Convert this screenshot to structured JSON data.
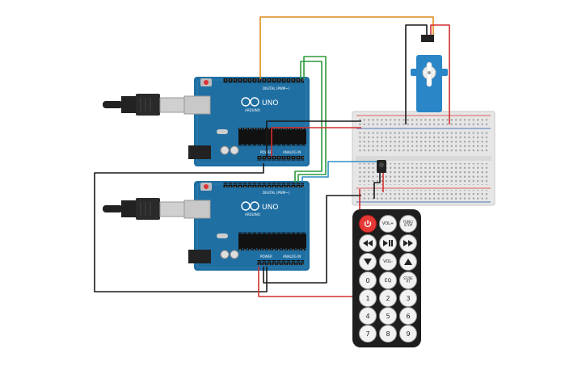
{
  "arduino_top": {
    "brand": "ARDUINO",
    "model": "UNO",
    "digital_label": "DIGITAL (PWM~)",
    "power_label": "POWER",
    "analog_label": "ANALOG IN"
  },
  "arduino_bottom": {
    "brand": "ARDUINO",
    "model": "UNO",
    "digital_label": "DIGITAL (PWM~)",
    "power_label": "POWER",
    "analog_label": "ANALOG IN"
  },
  "remote": {
    "buttons": {
      "power": "",
      "vol_up": "VOL+",
      "func_stop": "FUNC/STOP",
      "rewind": "",
      "play_pause": "",
      "fast_forward": "",
      "down": "",
      "vol_down": "VOL-",
      "up": "",
      "b0": "0",
      "eq": "EQ",
      "st_rept": "ST/REPT",
      "b1": "1",
      "b2": "2",
      "b3": "3",
      "b4": "4",
      "b5": "5",
      "b6": "6",
      "b7": "7",
      "b8": "8",
      "b9": "9"
    }
  },
  "colors": {
    "board": "#1f6fa3",
    "wire_orange": "#e08a1c",
    "wire_green": "#2e9b3c",
    "wire_red": "#d32f2f",
    "wire_black": "#1a1a1a",
    "wire_blue": "#2a8fc8",
    "servo": "#2a86c6",
    "remote_body": "#1e1e1e"
  },
  "icons": [
    "usb-cable-icon",
    "power-icon",
    "rewind-icon",
    "play-pause-icon",
    "fast-forward-icon",
    "arrow-down-icon",
    "arrow-up-icon"
  ]
}
